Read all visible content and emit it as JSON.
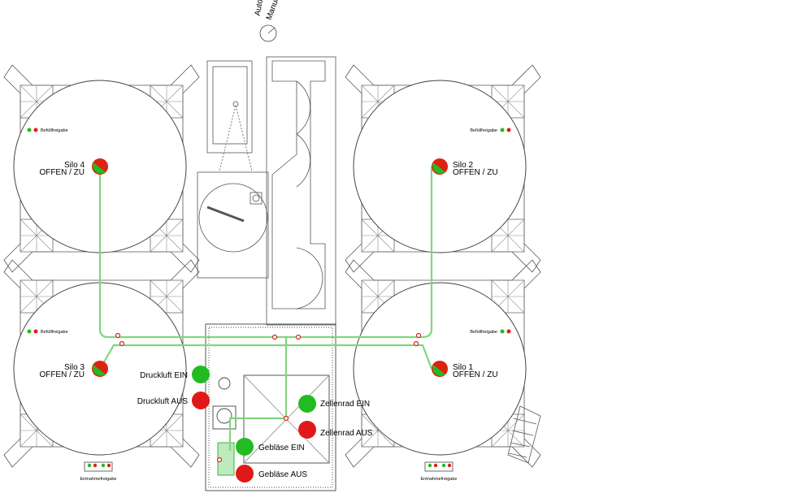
{
  "mode_switch": {
    "auto": "Auto",
    "manual": "Manuell"
  },
  "silos": [
    {
      "name": "Silo 4",
      "state": "OFFEN / ZU",
      "release": "Befüllfreigabe"
    },
    {
      "name": "Silo 2",
      "state": "OFFEN / ZU",
      "release": "Befüllfreigabe"
    },
    {
      "name": "Silo 3",
      "state": "OFFEN / ZU",
      "release": "Befüllfreigabe"
    },
    {
      "name": "Silo 1",
      "state": "OFFEN / ZU",
      "release": "Befüllfreigabe"
    }
  ],
  "withdrawal_left": "Entnahmefreigabe",
  "withdrawal_right": "Entnahmefreigabe",
  "controls": {
    "compressed_air_on": "Druckluft EIN",
    "compressed_air_off": "Druckluft AUS",
    "rotary_valve_on": "Zellenrad EIN",
    "rotary_valve_off": "Zellenrad AUS",
    "blower_on": "Gebläse EIN",
    "blower_off": "Gebläse AUS"
  },
  "colors": {
    "on": "#22bb22",
    "off": "#e01818",
    "pipe": "#7fd67f",
    "line": "#555555"
  }
}
